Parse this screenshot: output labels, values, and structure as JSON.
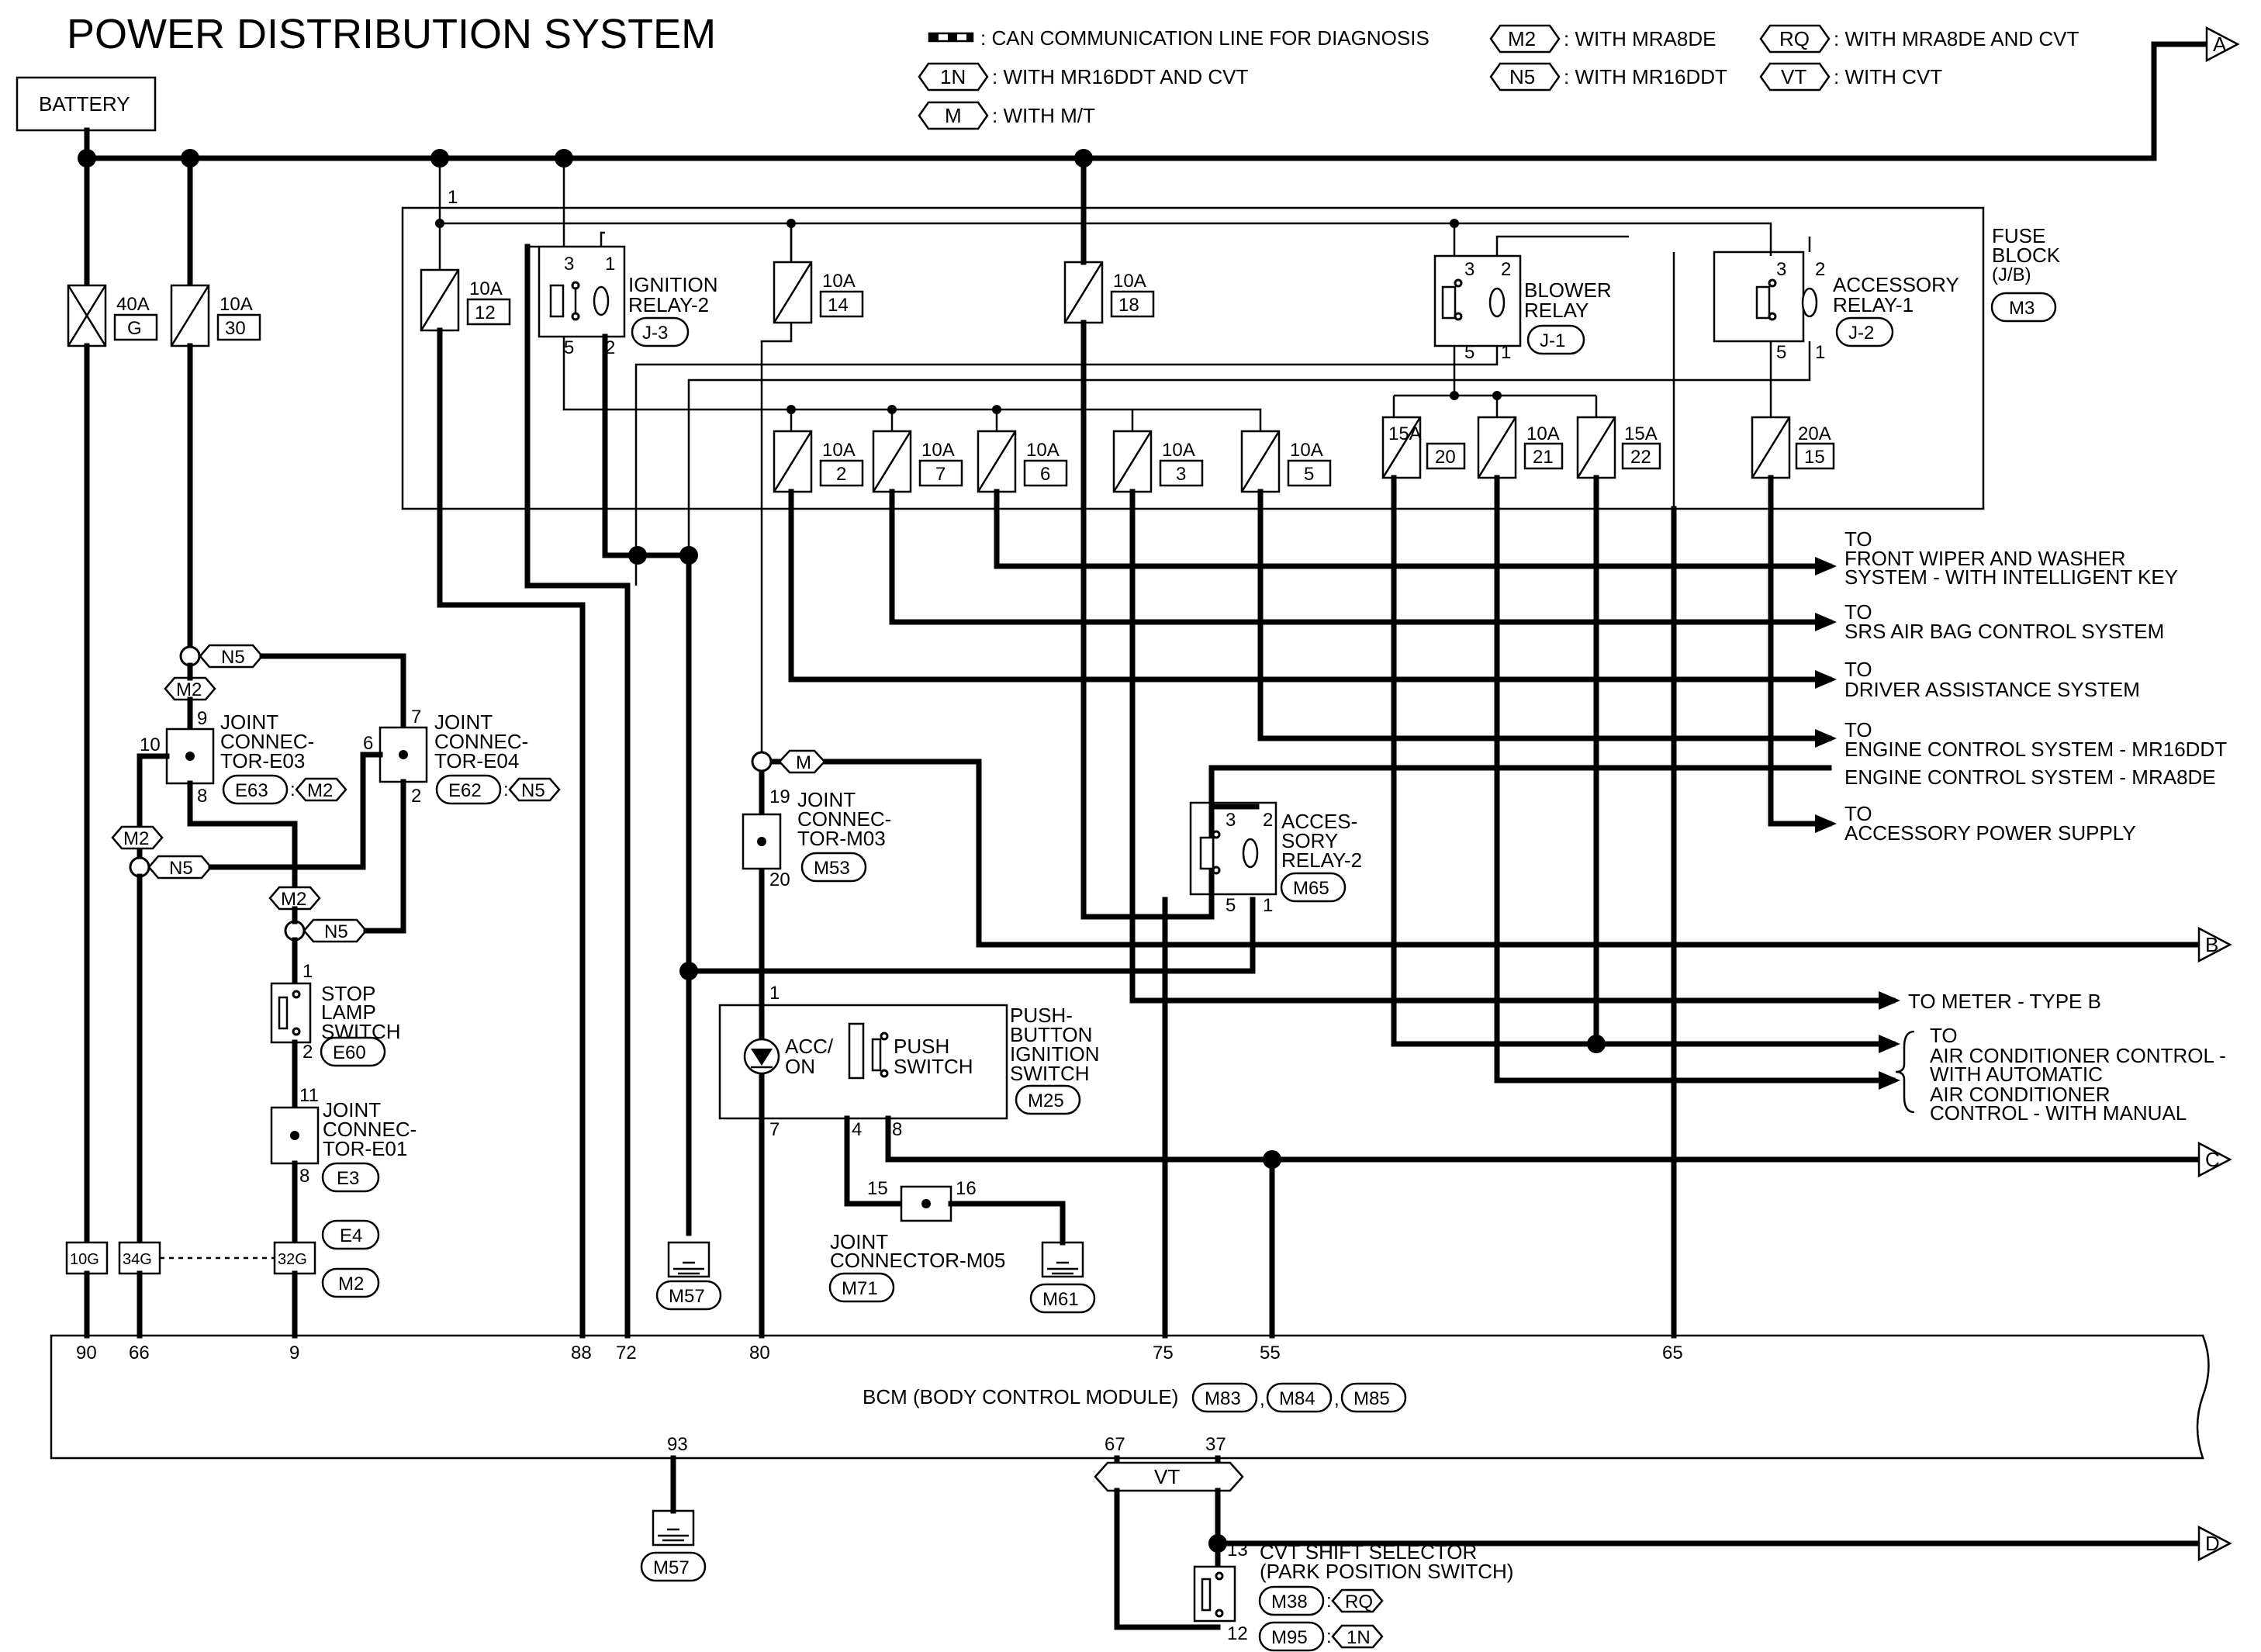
{
  "title": "POWER DISTRIBUTION SYSTEM",
  "legend": [
    {
      "symbol": "can-line",
      "text": ": CAN COMMUNICATION LINE FOR DIAGNOSIS"
    },
    {
      "symbol": "1N",
      "text": ": WITH MR16DDT AND CVT"
    },
    {
      "symbol": "M",
      "text": ": WITH M/T"
    },
    {
      "symbol": "M2",
      "text": ": WITH MRA8DE"
    },
    {
      "symbol": "N5",
      "text": ": WITH MR16DDT"
    },
    {
      "symbol": "RQ",
      "text": ": WITH MRA8DE AND CVT"
    },
    {
      "symbol": "VT",
      "text": ": WITH CVT"
    }
  ],
  "battery": "BATTERY",
  "fuse_block": {
    "l1": "FUSE",
    "l2": "BLOCK",
    "l3": "(J/B)",
    "conn": "M3"
  },
  "fuses": {
    "f40a": {
      "amp": "40A",
      "no": "G"
    },
    "f30": {
      "amp": "10A",
      "no": "30"
    },
    "f12": {
      "amp": "10A",
      "no": "12"
    },
    "f14": {
      "amp": "10A",
      "no": "14"
    },
    "f18": {
      "amp": "10A",
      "no": "18"
    },
    "f2": {
      "amp": "10A",
      "no": "2"
    },
    "f7": {
      "amp": "10A",
      "no": "7"
    },
    "f6": {
      "amp": "10A",
      "no": "6"
    },
    "f3": {
      "amp": "10A",
      "no": "3"
    },
    "f5": {
      "amp": "10A",
      "no": "5"
    },
    "f20": {
      "amp": "15A",
      "no": "20"
    },
    "f21": {
      "amp": "10A",
      "no": "21"
    },
    "f22": {
      "amp": "15A",
      "no": "22"
    },
    "f15": {
      "amp": "20A",
      "no": "15"
    }
  },
  "relays": {
    "ign2": {
      "l1": "IGNITION",
      "l2": "RELAY-2",
      "conn": "J-3"
    },
    "blower": {
      "l1": "BLOWER",
      "l2": "RELAY",
      "conn": "J-1"
    },
    "acc1": {
      "l1": "ACCESSORY",
      "l2": "RELAY-1",
      "conn": "J-2"
    },
    "acc2": {
      "l1": "ACCES-",
      "l2": "SORY",
      "l3": "RELAY-2",
      "conn": "M65"
    }
  },
  "pins": {
    "one": "1",
    "two": "2",
    "three": "3",
    "four": "4",
    "five": "5",
    "six": "6",
    "seven": "7",
    "eight": "8",
    "nine": "9",
    "ten": "10",
    "eleven": "11",
    "twelve": "12",
    "thirteen": "13",
    "fifteen": "15",
    "sixteen": "16",
    "nineteen": "19",
    "twenty": "20",
    "p90": "90",
    "p66": "66",
    "p9": "9",
    "p88": "88",
    "p72": "72",
    "p80": "80",
    "p75": "75",
    "p55": "55",
    "p65": "65",
    "p93": "93",
    "p67": "67",
    "p37": "37"
  },
  "destinations": {
    "d1a": "TO",
    "d1b": "FRONT WIPER AND WASHER",
    "d1c": "SYSTEM - WITH INTELLIGENT KEY",
    "d2a": "TO",
    "d2b": "SRS AIR BAG CONTROL SYSTEM",
    "d3a": "TO",
    "d3b": "DRIVER ASSISTANCE SYSTEM",
    "d4a": "TO",
    "d4b": "ENGINE CONTROL SYSTEM - MR16DDT",
    "d4c": "ENGINE CONTROL SYSTEM - MRA8DE",
    "d5a": "TO",
    "d5b": "ACCESSORY POWER SUPPLY",
    "d6": "TO METER - TYPE B",
    "d7a": "TO",
    "d7b": "AIR CONDITIONER CONTROL -",
    "d7c": "WITH AUTOMATIC",
    "d7d": "AIR CONDITIONER",
    "d7e": "CONTROL - WITH MANUAL"
  },
  "offpage": {
    "a": "A",
    "b": "B",
    "c": "C",
    "d": "D"
  },
  "joints": {
    "e03": {
      "l1": "JOINT",
      "l2": "CONNEC-",
      "l3": "TOR-E03",
      "conn": "E63",
      "opt": "M2"
    },
    "e04": {
      "l1": "JOINT",
      "l2": "CONNEC-",
      "l3": "TOR-E04",
      "conn": "E62",
      "opt": "N5"
    },
    "e01": {
      "l1": "JOINT",
      "l2": "CONNEC-",
      "l3": "TOR-E01",
      "conn": "E3"
    },
    "m03": {
      "l1": "JOINT",
      "l2": "CONNEC-",
      "l3": "TOR-M03",
      "conn": "M53"
    },
    "m05": {
      "l1": "JOINT",
      "l2": "CONNECTOR-M05",
      "conn": "M71"
    }
  },
  "stop_lamp": {
    "l1": "STOP",
    "l2": "LAMP",
    "l3": "SWITCH",
    "conn": "E60"
  },
  "push_button": {
    "l1": "PUSH-",
    "l2": "BUTTON",
    "l3": "IGNITION",
    "l4": "SWITCH",
    "conn": "M25",
    "acc1": "ACC/",
    "acc2": "ON",
    "push1": "PUSH",
    "push2": "SWITCH"
  },
  "harness": {
    "c10g": "10G",
    "c34g": "34G",
    "c32g": "32G",
    "e4": "E4",
    "m2": "M2"
  },
  "grounds": {
    "g1": "M57",
    "g2": "M61",
    "g3": "M57"
  },
  "bcm": {
    "label": "BCM (BODY CONTROL MODULE)",
    "c1": "M83",
    "c2": "M84",
    "c3": "M85",
    "comma": ","
  },
  "cvt": {
    "l1": "CVT SHIFT SELECTOR",
    "l2": "(PARK POSITION SWITCH)",
    "c1": "M38",
    "c2": "M95",
    "o1": "RQ",
    "o2": "1N",
    "vt": "VT"
  },
  "opt_tags": {
    "n5": "N5",
    "m2": "M2",
    "m": "M",
    "colon": ":"
  }
}
